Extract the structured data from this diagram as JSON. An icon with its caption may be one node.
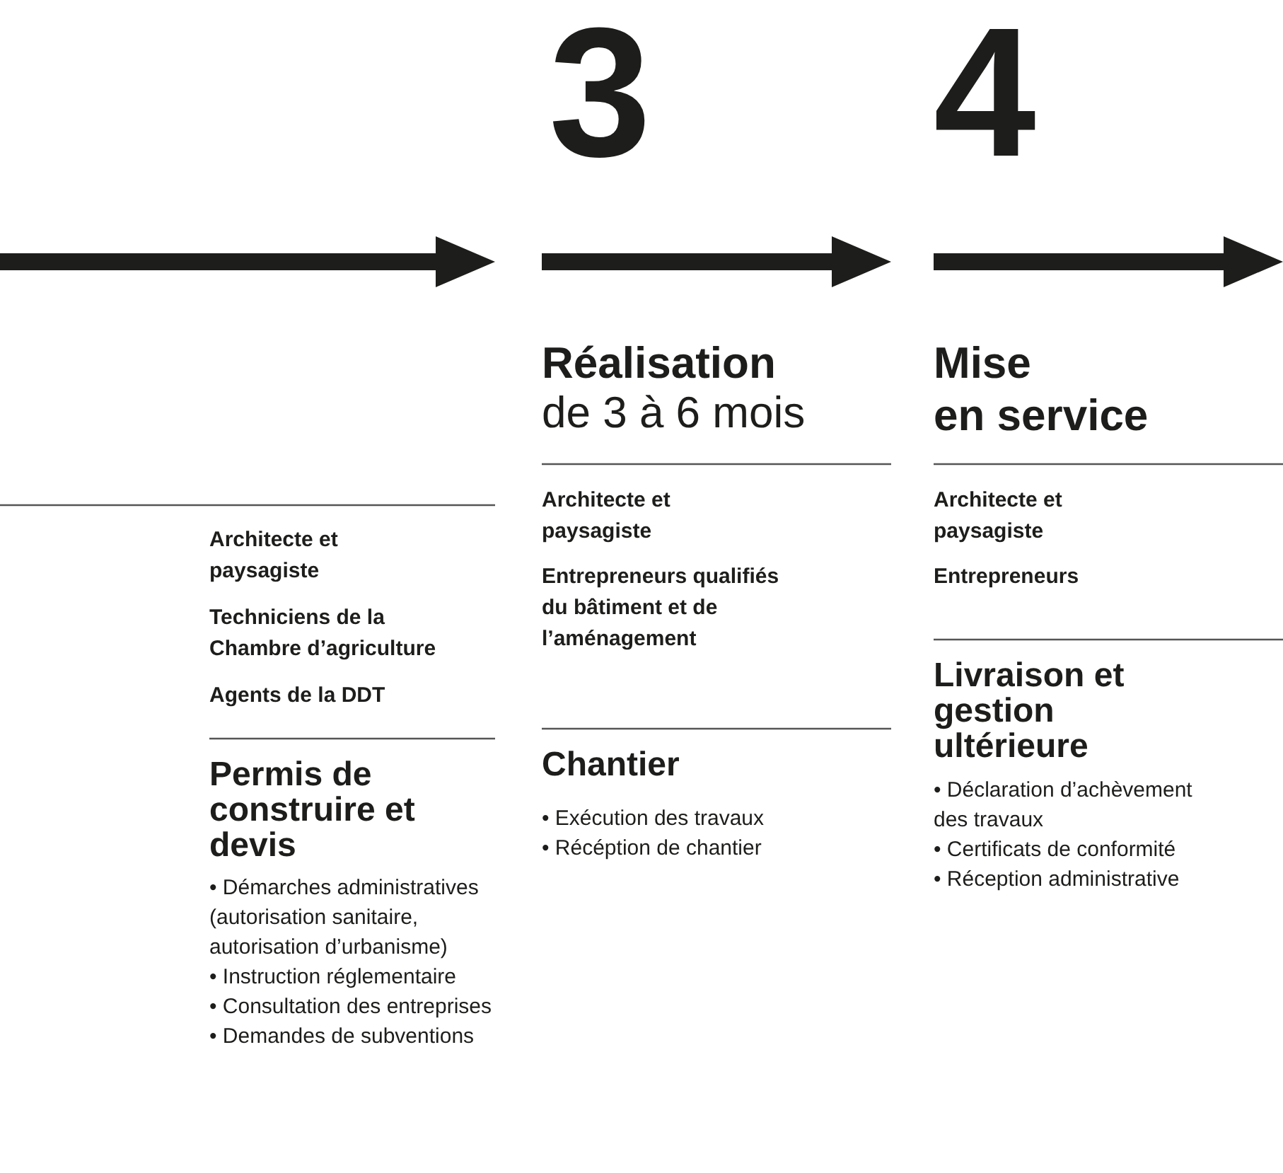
{
  "diagram": {
    "labels": [
      "Architecte et paysagiste",
      "Techniciens de la Chambre d’agriculture",
      "Agents de la DDT",
      "Permis de construire et devis",
      "• Démarches administratives (autorisation sanitaire, autorisation d’urbanisme)",
      "• Instruction réglementaire",
      "• Consultation des entreprises",
      "• Demandes de subventions",
      "3",
      "Réalisation",
      "de 3 à 6 mois",
      "Architecte et paysagiste",
      "Entrepreneurs qualifiés du bâtiment et de l’aménagement",
      "Chantier",
      "• Exécution des travaux",
      "• Récéption de chantier",
      "4",
      "Mise en service",
      "Architecte et paysagiste",
      "Entrepreneurs",
      "Livraison et gestion ultérieure",
      "• Déclaration d’achèvement des travaux",
      "• Certificats de conformité",
      "• Réception administrative"
    ]
  }
}
